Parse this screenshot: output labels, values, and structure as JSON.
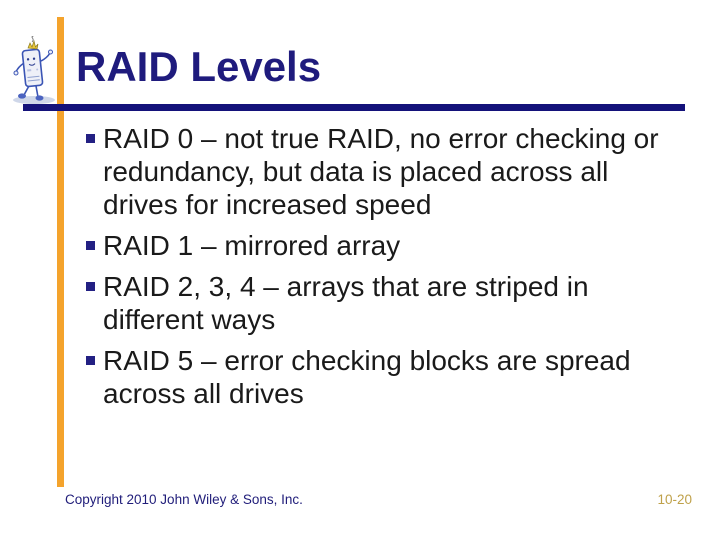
{
  "slide": {
    "title": "RAID Levels",
    "bullets": [
      "RAID 0 – not true RAID, no error checking or redundancy, but data is placed across all drives for increased speed",
      "RAID 1 – mirrored array",
      "RAID 2, 3, 4 – arrays that are striped in different ways",
      "RAID 5 – error checking blocks are spread across all drives"
    ],
    "footer": {
      "copyright": "Copyright 2010 John Wiley & Sons, Inc.",
      "page": "10-20"
    },
    "colors": {
      "title_navy": "#1f1b7d",
      "divider_navy": "#14127a",
      "accent_orange": "#f4a32c",
      "page_number_gold": "#bfa14a",
      "body_text": "#1a1a1a"
    },
    "icons": {
      "clipart": "walking-computer-character-icon",
      "bullet": "square-bullet-icon"
    }
  }
}
